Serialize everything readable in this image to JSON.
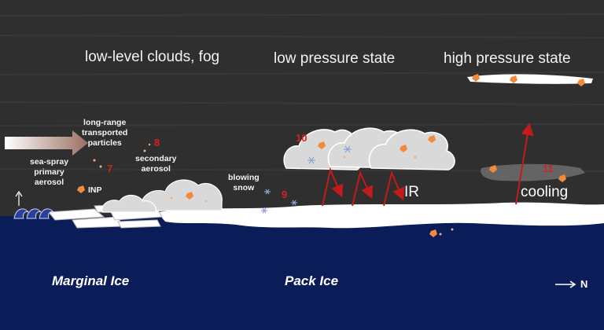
{
  "headings": {
    "clouds_fog": "low-level clouds, fog",
    "low_pressure": "low pressure state",
    "high_pressure": "high pressure state"
  },
  "labels": {
    "long_range": [
      "long-range",
      "transported",
      "particles"
    ],
    "sea_spray": [
      "sea-spray",
      "primary",
      "aerosol"
    ],
    "secondary": [
      "secondary",
      "aerosol"
    ],
    "inp": "INP",
    "blowing_snow": [
      "blowing",
      "snow"
    ],
    "ir": "IR",
    "cooling": "cooling"
  },
  "numbers": {
    "n7": "7",
    "n8": "8",
    "n9": "9",
    "n10": "10",
    "n11": "11"
  },
  "regions": {
    "marginal_ice": "Marginal Ice",
    "pack_ice": "Pack Ice"
  },
  "direction": {
    "north": "N"
  },
  "colors": {
    "sky": "#2f2f30",
    "ocean": "#0b1d58",
    "snow": "#ffffff",
    "cloud": "#d9d9d9",
    "particle": "#f08a3c",
    "red": "#d82020",
    "wave": "#2a3e9a"
  }
}
